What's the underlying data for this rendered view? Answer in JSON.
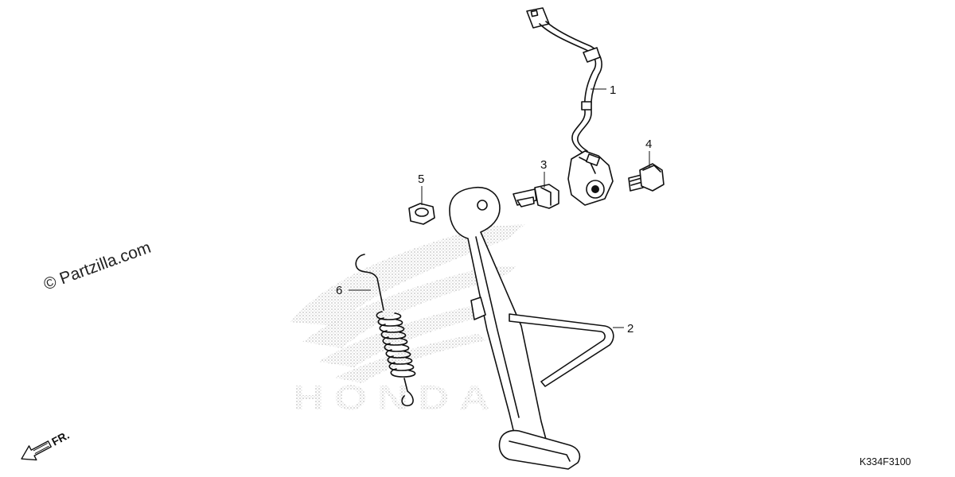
{
  "watermark": "© Partzilla.com",
  "diagram_code": "K334F3100",
  "direction_label": "FR.",
  "background_logo_text": "HONDA",
  "callouts": [
    {
      "id": "1",
      "label": "1"
    },
    {
      "id": "2",
      "label": "2"
    },
    {
      "id": "3",
      "label": "3"
    },
    {
      "id": "4",
      "label": "4"
    },
    {
      "id": "5",
      "label": "5"
    },
    {
      "id": "6",
      "label": "6"
    }
  ]
}
